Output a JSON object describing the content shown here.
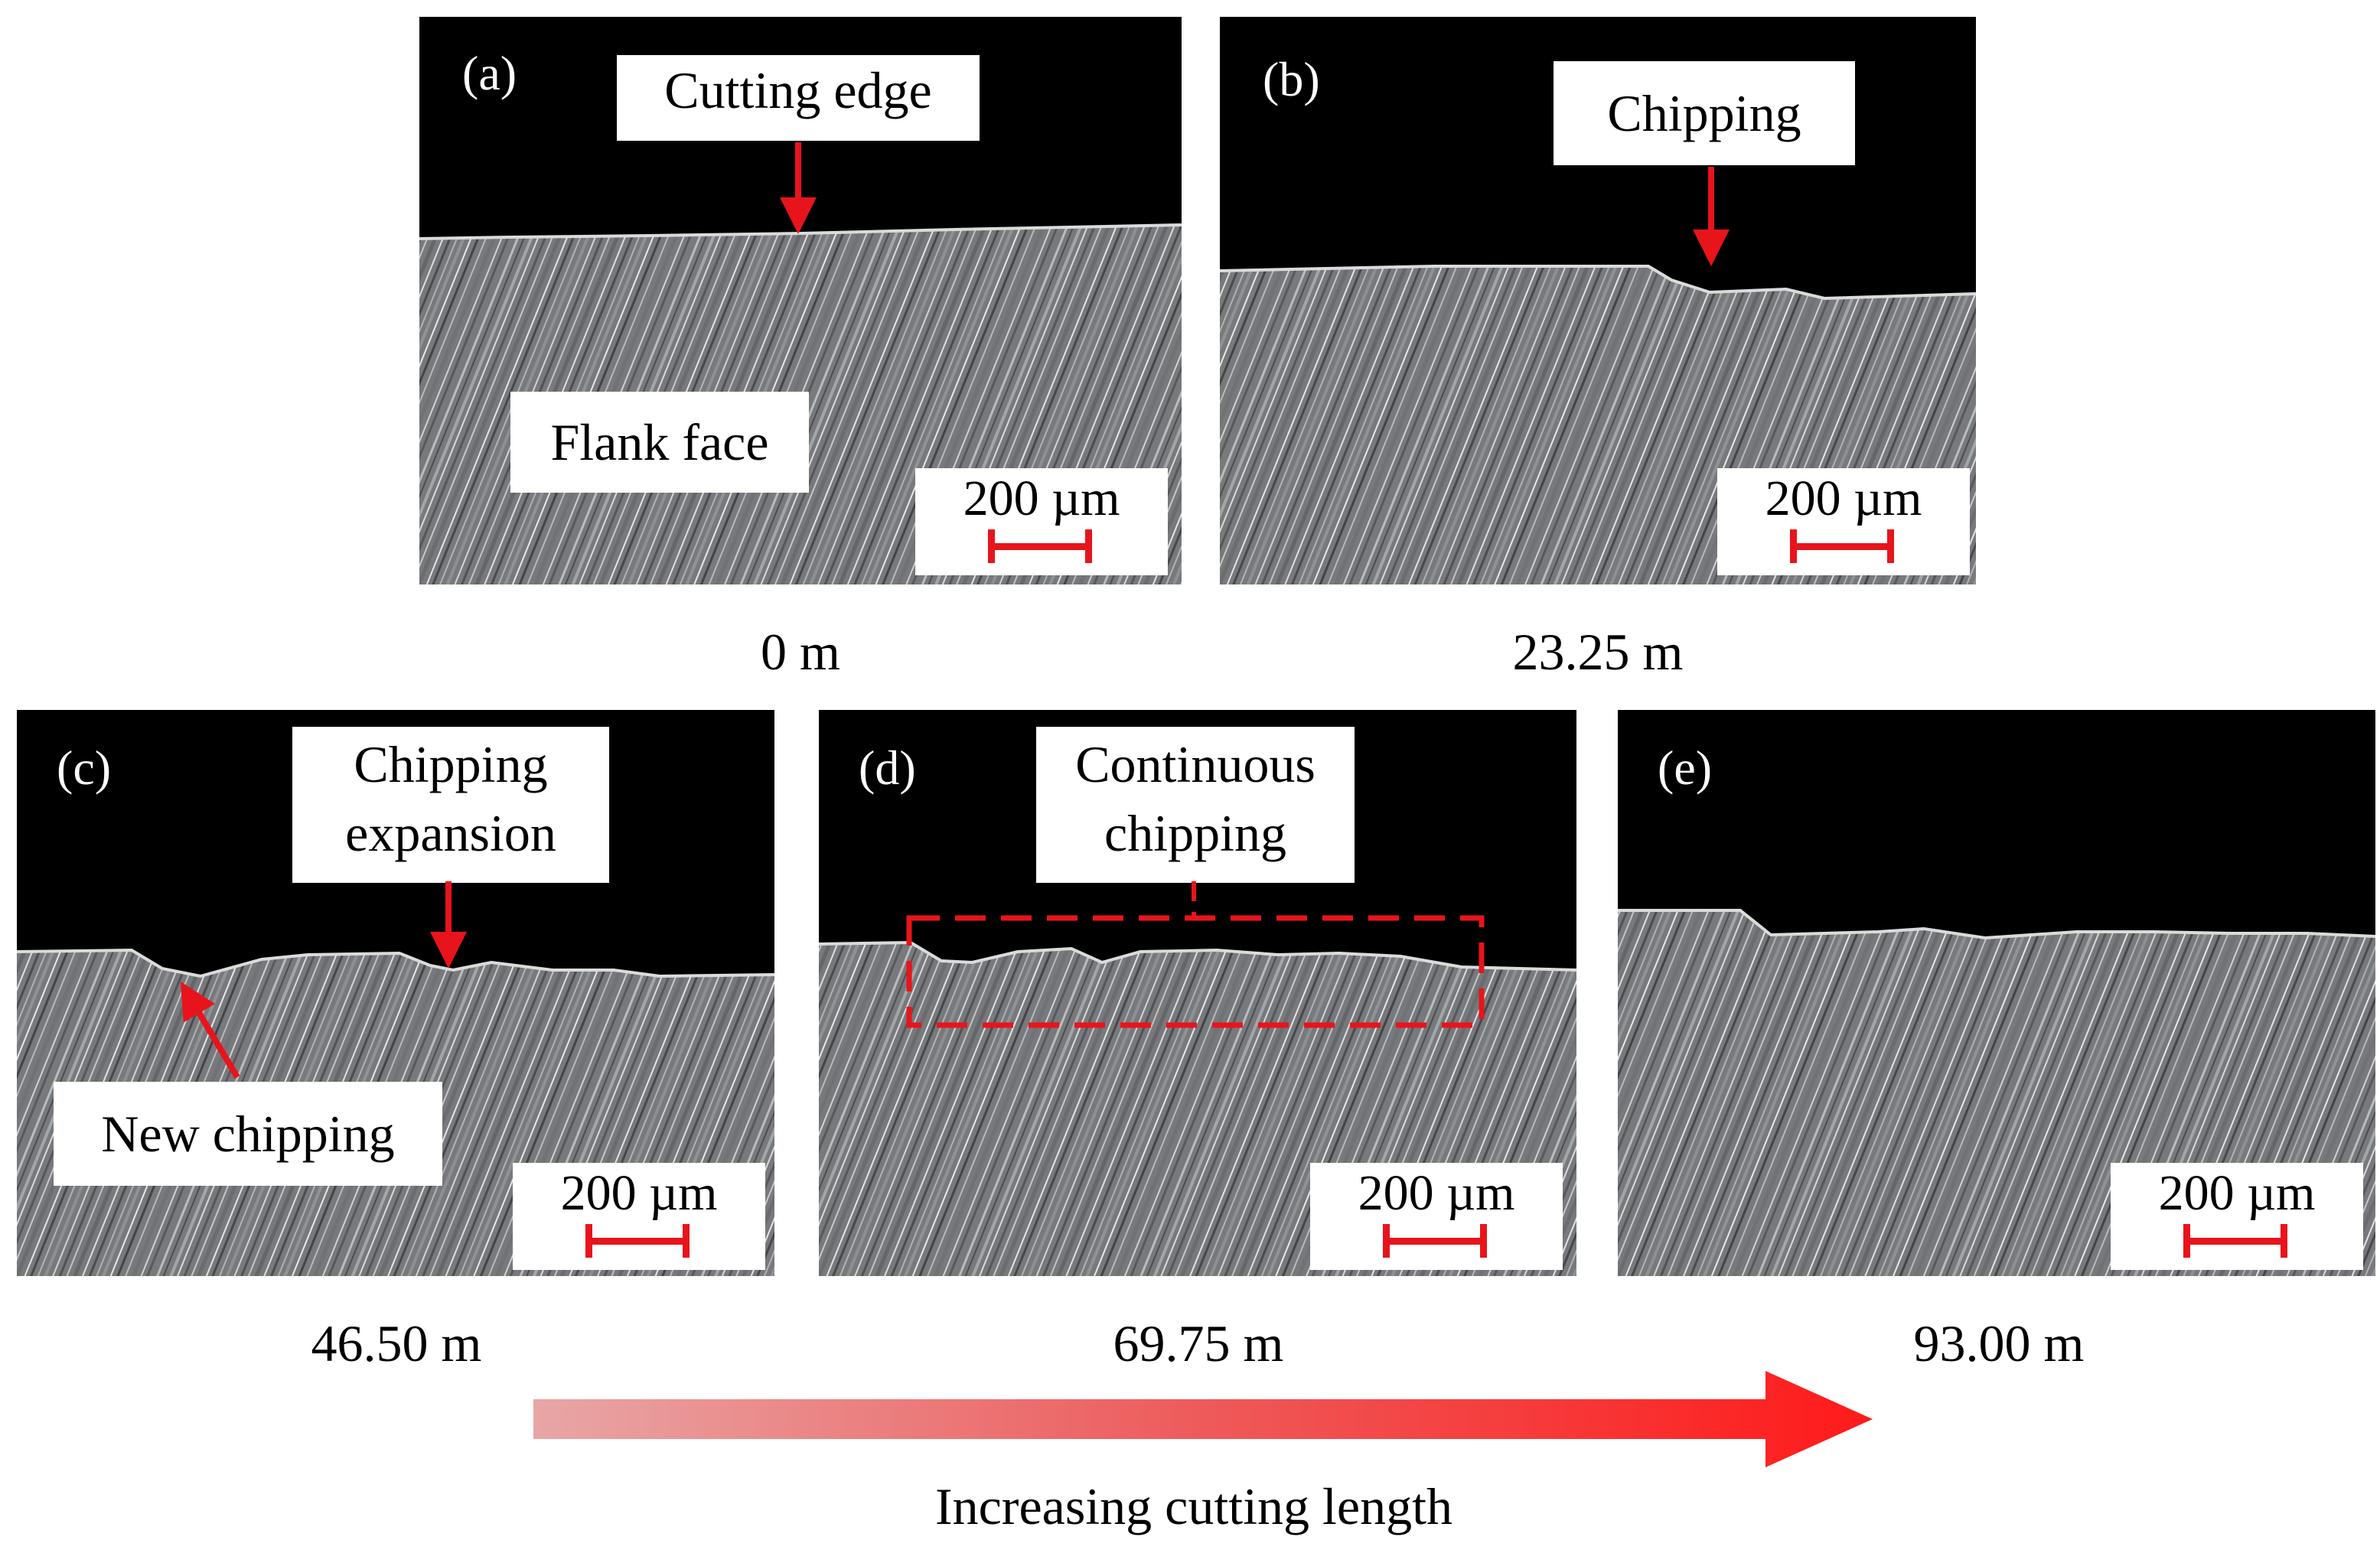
{
  "panels": {
    "a": {
      "label": "(a)",
      "callout": "Cutting edge",
      "callout2": "Flank face",
      "scale": "200 µm",
      "distance": "0 m"
    },
    "b": {
      "label": "(b)",
      "callout": "Chipping",
      "scale": "200 µm",
      "distance": "23.25 m"
    },
    "c": {
      "label": "(c)",
      "callout_line1": "Chipping",
      "callout_line2": "expansion",
      "callout2": "New chipping",
      "scale": "200 µm",
      "distance": "46.50 m"
    },
    "d": {
      "label": "(d)",
      "callout_line1": "Continuous",
      "callout_line2": "chipping",
      "scale": "200 µm",
      "distance": "69.75 m"
    },
    "e": {
      "label": "(e)",
      "scale": "200 µm",
      "distance": "93.00 m"
    }
  },
  "axis_caption": "Increasing cutting length",
  "colors": {
    "annotation": "#e8141b",
    "background": "#000000",
    "metal": "#7d7f82"
  }
}
